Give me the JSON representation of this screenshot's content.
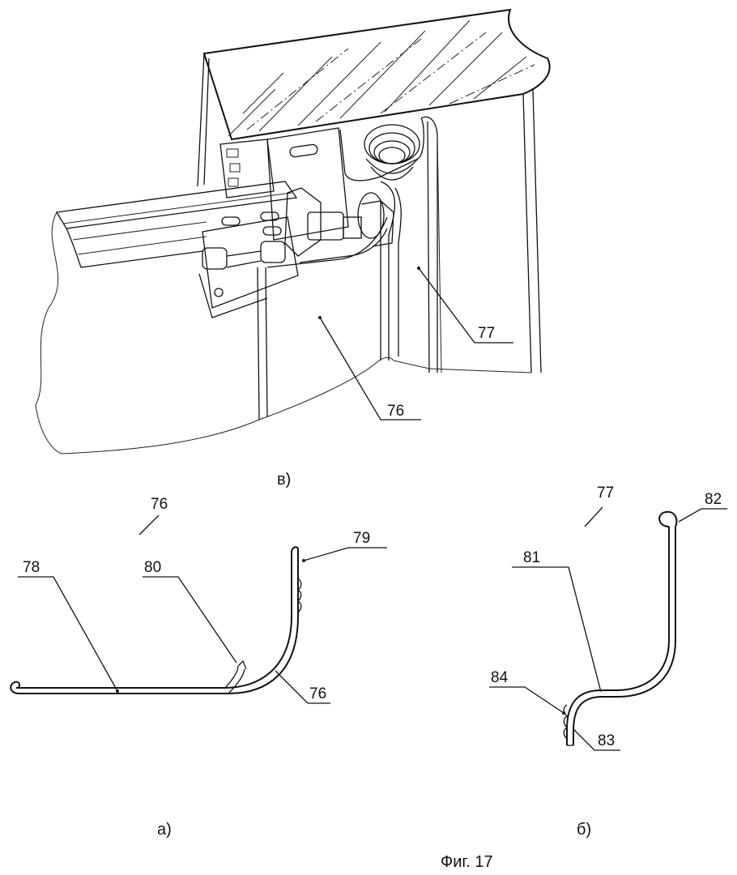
{
  "figure_caption": "Фиг. 17",
  "views": {
    "v": {
      "sublabel": "в)",
      "callouts": {
        "part_76": "76",
        "part_77": "77"
      }
    },
    "a": {
      "sublabel": "а)",
      "part_label": "76",
      "callouts": {
        "c78": "78",
        "c80": "80",
        "c79": "79",
        "c76": "76"
      }
    },
    "b": {
      "sublabel": "б)",
      "part_label": "77",
      "callouts": {
        "c82": "82",
        "c81": "81",
        "c84": "84",
        "c83": "83"
      }
    }
  }
}
